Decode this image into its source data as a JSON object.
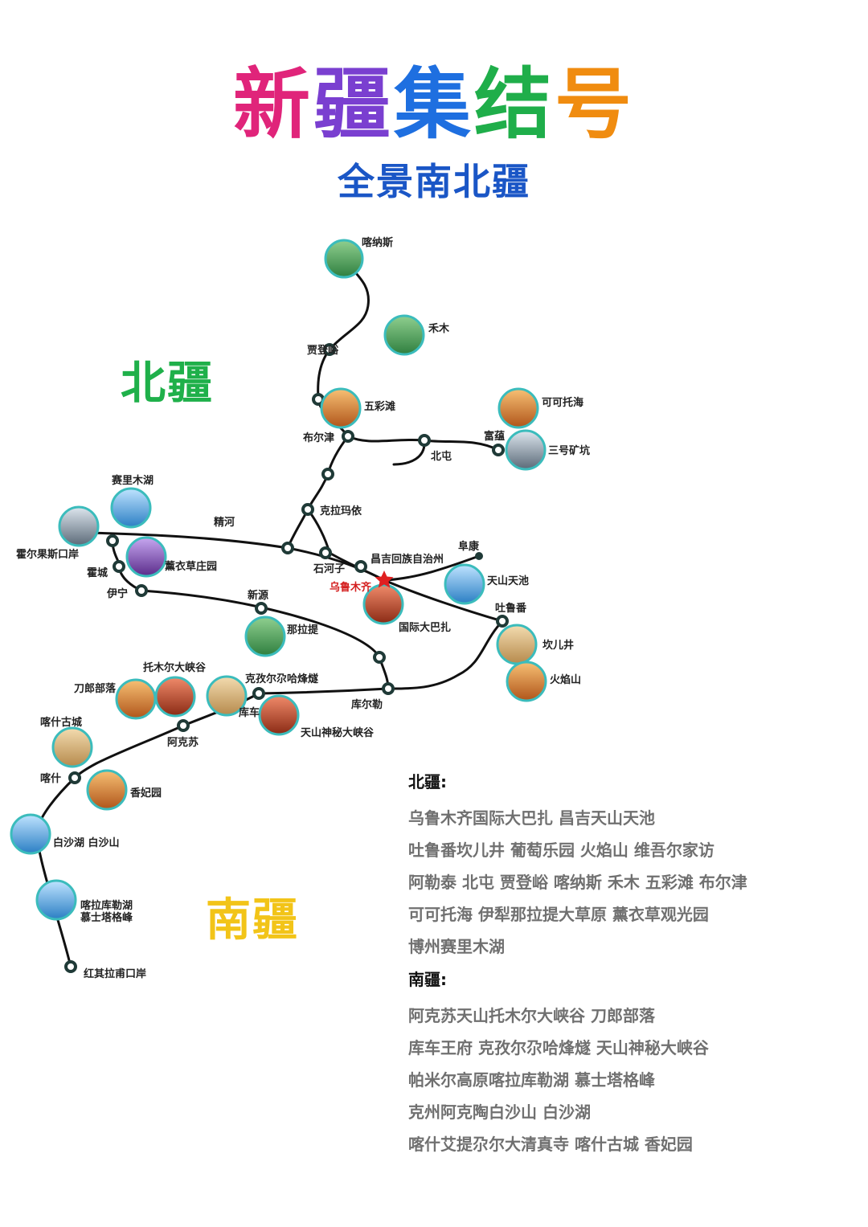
{
  "header": {
    "title_chars": [
      "新",
      "疆",
      "集",
      "结",
      "号"
    ],
    "title_colors": [
      "#e0247a",
      "#7a3fd0",
      "#1e6fe0",
      "#1fae4a",
      "#f08c10"
    ],
    "subtitle": "全景南北疆"
  },
  "regions": {
    "north": {
      "label": "北疆",
      "color": "#1fb04a"
    },
    "south": {
      "label": "南疆",
      "color": "#f2c418"
    }
  },
  "map": {
    "route_color": "#111111",
    "photo_ring_color": "#3bbcbc",
    "capital_marker": "star",
    "stations": {
      "kanas": "喀纳斯",
      "hemu": "禾木",
      "jiadengyu": "贾登峪",
      "wucaitan": "五彩滩",
      "buerjin": "布尔津",
      "beitun": "北屯",
      "fuyun": "富蕴",
      "keketuohai": "可可托海",
      "sanhao": "三号矿坑",
      "kelamayi": "克拉玛依",
      "jinghe": "精河",
      "sailimu": "赛里木湖",
      "huoerguosi": "霍尔果斯口岸",
      "huocheng": "霍城",
      "xunyicao": "薰衣草庄园",
      "yining": "伊宁",
      "shihezi": "石河子",
      "changji": "昌吉回族自治州",
      "fukang": "阜康",
      "urumqi": "乌鲁木齐",
      "tianchi": "天山天池",
      "dabazha": "国际大巴扎",
      "tulufan": "吐鲁番",
      "kanerjing": "坎儿井",
      "huoyanshan": "火焰山",
      "xinyuan": "新源",
      "nalati": "那拉提",
      "kuerle": "库尔勒",
      "tuomuer": "托木尔大峡谷",
      "daolang": "刀郎部落",
      "kezier": "克孜尔尕哈烽燧",
      "kuche": "库车",
      "shenmi": "天山神秘大峡谷",
      "akesu": "阿克苏",
      "kashigucheng": "喀什古城",
      "kashi": "喀什",
      "xiangfei": "香妃园",
      "baisha": "白沙湖 白沙山",
      "kalakuli_1": "喀拉库勒湖",
      "kalakuli_2": "慕士塔格峰",
      "hongqilafu": "红其拉甫口岸"
    }
  },
  "itinerary": {
    "north_title": "北疆:",
    "north_lines": [
      "乌鲁木齐国际大巴扎  昌吉天山天池",
      "吐鲁番坎儿井 葡萄乐园 火焰山 维吾尔家访",
      "阿勒泰 北屯 贾登峪 喀纳斯 禾木 五彩滩 布尔津",
      "可可托海  伊犁那拉提大草原 薰衣草观光园",
      "博州赛里木湖"
    ],
    "south_title": "南疆:",
    "south_lines": [
      "阿克苏天山托木尔大峡谷 刀郎部落",
      "库车王府  克孜尔尕哈烽燧  天山神秘大峡谷",
      "帕米尔高原喀拉库勒湖 慕士塔格峰",
      "克州阿克陶白沙山 白沙湖",
      "喀什艾提尕尔大清真寺 喀什古城 香妃园"
    ]
  }
}
